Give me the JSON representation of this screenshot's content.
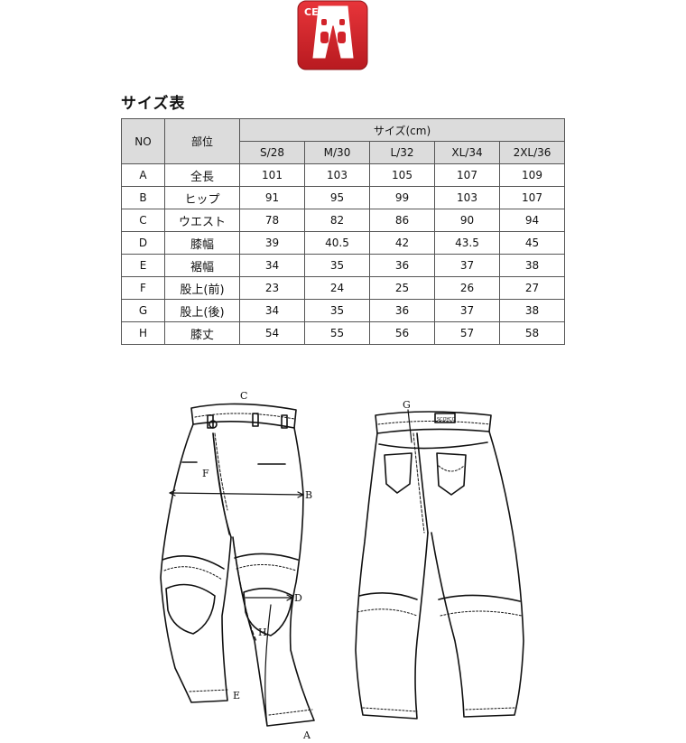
{
  "badge": {
    "mark": "CE",
    "icon": "ce-protective-pants-icon",
    "color": "#d2232a"
  },
  "title": "サイズ表",
  "table": {
    "header_no": "NO",
    "header_part": "部位",
    "header_size_group": "サイズ(cm)",
    "sizes": [
      "S/28",
      "M/30",
      "L/32",
      "XL/34",
      "2XL/36"
    ],
    "rows": [
      {
        "no": "A",
        "part": "全長",
        "values": [
          "101",
          "103",
          "105",
          "107",
          "109"
        ]
      },
      {
        "no": "B",
        "part": "ヒップ",
        "values": [
          "91",
          "95",
          "99",
          "103",
          "107"
        ]
      },
      {
        "no": "C",
        "part": "ウエスト",
        "values": [
          "78",
          "82",
          "86",
          "90",
          "94"
        ]
      },
      {
        "no": "D",
        "part": "膝幅",
        "values": [
          "39",
          "40.5",
          "42",
          "43.5",
          "45"
        ]
      },
      {
        "no": "E",
        "part": "裾幅",
        "values": [
          "34",
          "35",
          "36",
          "37",
          "38"
        ]
      },
      {
        "no": "F",
        "part": "股上(前)",
        "values": [
          "23",
          "24",
          "25",
          "26",
          "27"
        ]
      },
      {
        "no": "G",
        "part": "股上(後)",
        "values": [
          "34",
          "35",
          "36",
          "37",
          "38"
        ]
      },
      {
        "no": "H",
        "part": "膝丈",
        "values": [
          "54",
          "55",
          "56",
          "57",
          "58"
        ]
      }
    ]
  },
  "diagram": {
    "front_labels": {
      "c": "C",
      "f": "F",
      "b": "B",
      "d": "D",
      "h": "H",
      "e": "E",
      "a": "A"
    },
    "back_labels": {
      "g": "G"
    },
    "back_patch_text": "SCOYCO"
  }
}
